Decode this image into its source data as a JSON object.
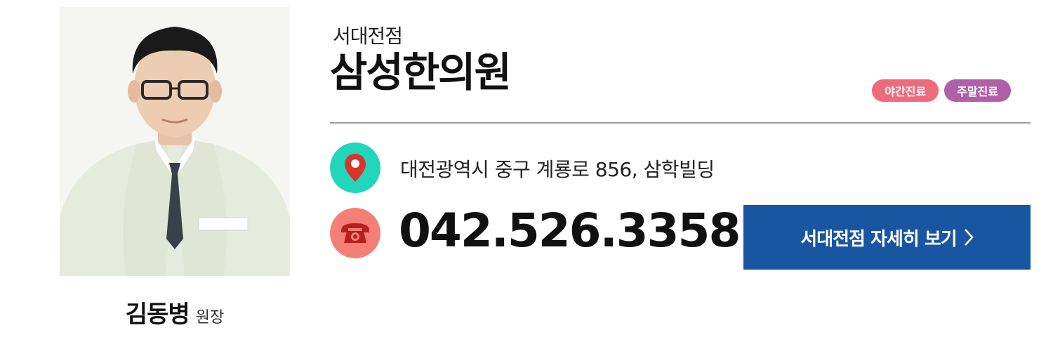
{
  "doctor": {
    "name": "김동병",
    "title": "원장"
  },
  "branch": "서대전점",
  "clinic_name": "삼성한의원",
  "badges": {
    "night": "야간진료",
    "weekend": "주말진료"
  },
  "address": "대전광역시 중구 계룡로 856, 삼학빌딩",
  "phone": "042.526.3358",
  "detail_button": {
    "label": "서대전점 자세히 보기"
  },
  "colors": {
    "location_circle": "#22d6bc",
    "phone_circle": "#f47f76",
    "button_bg": "#1956a2",
    "badge_night": "#ee6b7c",
    "badge_weekend": "#b060a8"
  },
  "icons": {
    "location": "location-pin-icon",
    "phone": "telephone-icon",
    "chevron": "chevron-right-icon"
  }
}
